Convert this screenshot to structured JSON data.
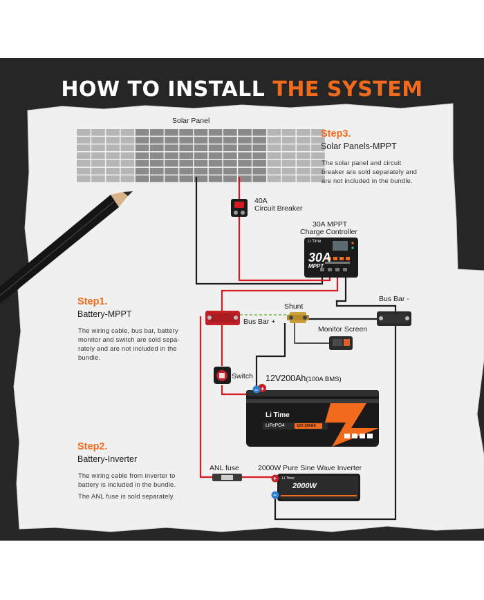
{
  "title": {
    "part1": "HOW TO INSTALL",
    "part2": "THE SYSTEM"
  },
  "steps": [
    {
      "heading": "Step3.",
      "subtitle": "Solar Panels-MPPT",
      "note": "The solar panel and circuit breaker are sold separately and are not included in the bundle."
    },
    {
      "heading": "Step1.",
      "subtitle": "Battery-MPPT",
      "note": "The wiring cable, bus bar, battery monitor and switch are sold sepa-rately and are not included in the bundle."
    },
    {
      "heading": "Step2.",
      "subtitle": "Battery-Inverter",
      "note": "The wiring cable from inverter to battery is included in the bundle.",
      "note2": "The ANL fuse is sold separately."
    }
  ],
  "components": {
    "solar_panel": "Solar Panel",
    "breaker": {
      "rating": "40A",
      "name": "Circuit Breaker"
    },
    "mppt": {
      "rating": "30A MPPT",
      "name": "Charge Controller",
      "face_big": "30A",
      "face_small": "MPPT",
      "brand": "Li Time"
    },
    "shunt": "Shunt",
    "bus_plus": "Bus Bar +",
    "bus_minus": "Bus Bar -",
    "monitor": "Monitor Screen",
    "switch": "Switch",
    "battery": {
      "main": "12V200Ah",
      "suffix": "(100A BMS)",
      "brand": "Li Time",
      "chem": "LiFePO4",
      "spec": "12V 200Ah"
    },
    "anl_fuse": "ANL fuse",
    "inverter": {
      "name": "2000W Pure Sine Wave Inverter",
      "face": "2000W",
      "brand": "Li Time"
    }
  },
  "colors": {
    "accent": "#f26a1b",
    "positive_wire": "#d71920",
    "negative_wire": "#1a1a1a",
    "background": "#262626",
    "paper": "#f1f1f1"
  }
}
